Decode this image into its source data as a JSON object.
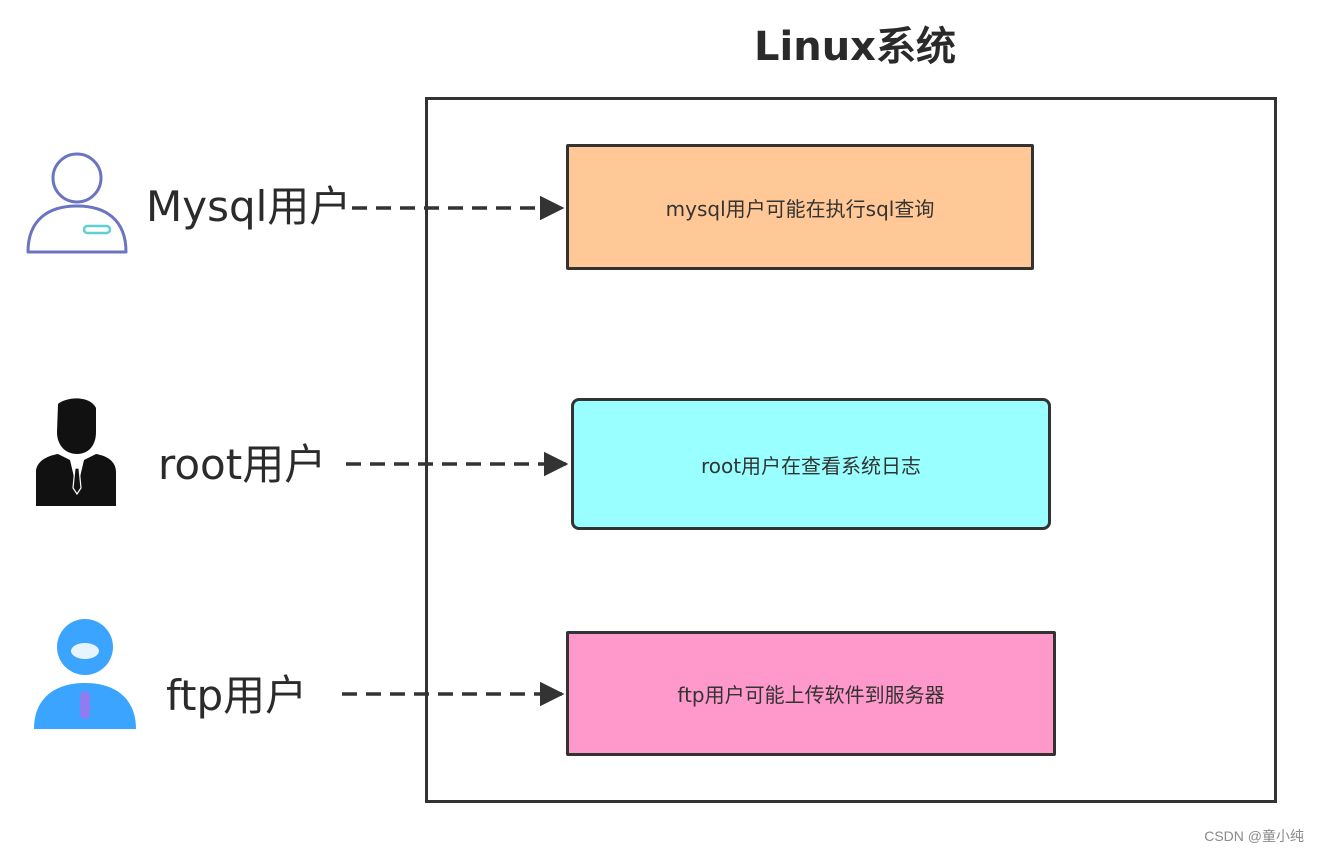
{
  "diagram": {
    "title": "Linux系统",
    "users": [
      {
        "label": "Mysql用户",
        "icon": "outline-user-icon",
        "process": "mysql用户可能在执行sql查询",
        "process_color": "#ffc896"
      },
      {
        "label": "root用户",
        "icon": "businessman-icon",
        "process": "root用户在查看系统日志",
        "process_color": "#99ffff"
      },
      {
        "label": "ftp用户",
        "icon": "blue-user-icon",
        "process": "ftp用户可能上传软件到服务器",
        "process_color": "#ff99cc"
      }
    ],
    "colors": {
      "frame": "#333333",
      "arrow": "#333333",
      "outline_user": "#6a74c0",
      "outline_user_badge": "#5fcfcf",
      "blue_user": "#3ba4ff"
    }
  },
  "watermark": "CSDN @童小纯"
}
